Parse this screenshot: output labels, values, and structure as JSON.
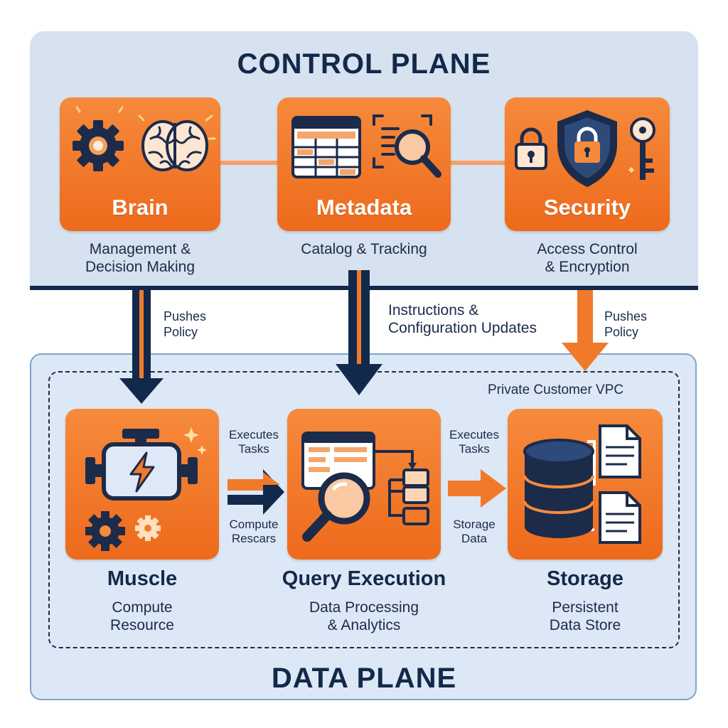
{
  "control_plane": {
    "title": "CONTROL PLANE",
    "cards": [
      {
        "label": "Brain",
        "desc_line1": "Management &",
        "desc_line2": "Decision Making",
        "icons": [
          "gear-icon",
          "brain-icon"
        ]
      },
      {
        "label": "Metadata",
        "desc_line1": "Catalog & Tracking",
        "icons": [
          "table-icon",
          "search-document-icon"
        ]
      },
      {
        "label": "Security",
        "desc_line1": "Access Control",
        "desc_line2": "& Encryption",
        "icons": [
          "padlock-icon",
          "shield-lock-icon",
          "key-icon"
        ]
      }
    ]
  },
  "flows": {
    "left_down": {
      "line1": "Pushes",
      "line2": "Policy"
    },
    "center_down": {
      "line1": "Instructions &",
      "line2": "Configuration Updates"
    },
    "right_down": {
      "line1": "Pushes",
      "line2": "Policy"
    },
    "mid_left": {
      "top1": "Executes",
      "top2": "Tasks",
      "bottom1": "Compute",
      "bottom2": "Rescars"
    },
    "mid_right": {
      "top1": "Executes",
      "top2": "Tasks",
      "bottom1": "Storage",
      "bottom2": "Data"
    }
  },
  "data_plane": {
    "title": "DATA PLANE",
    "vpc_label": "Private Customer VPC",
    "cards": [
      {
        "title": "Muscle",
        "desc_line1": "Compute",
        "desc_line2": "Resource",
        "icons": [
          "engine-icon",
          "gears-icon"
        ]
      },
      {
        "title": "Query Execution",
        "desc_line1": "Data Processing",
        "desc_line2": "& Analytics",
        "icons": [
          "magnifier-icon",
          "flowchart-icon"
        ]
      },
      {
        "title": "Storage",
        "desc_line1": "Persistent",
        "desc_line2": "Data Store",
        "icons": [
          "database-icon",
          "document-icon"
        ]
      }
    ]
  },
  "colors": {
    "navy": "#13294b",
    "orange": "#f07a2a",
    "control_bg": "#d6e2ef",
    "data_bg": "#dce8f5"
  }
}
